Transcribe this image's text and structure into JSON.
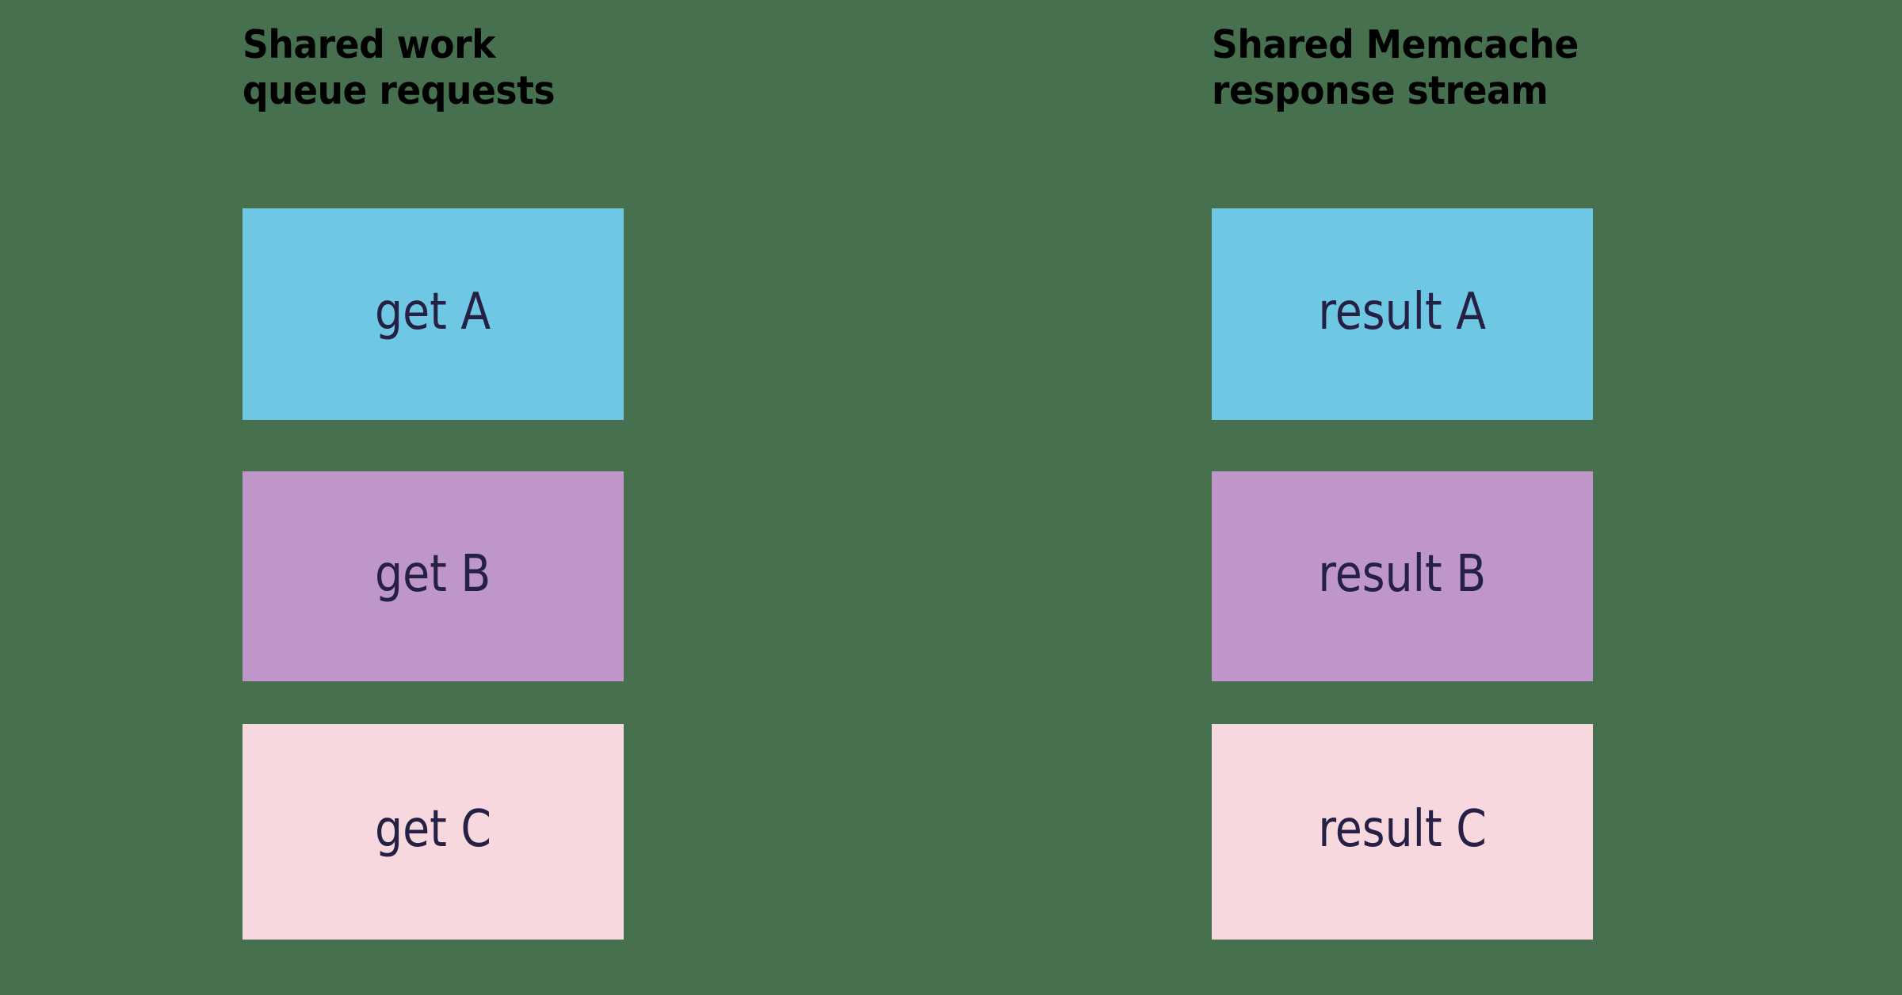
{
  "background_color": "#47704f",
  "columns": [
    {
      "id": "shared-work-queue",
      "heading": "Shared work\nqueue requests",
      "items": [
        {
          "label": "get A",
          "color": "#6fc8e3",
          "text_color": "#262144"
        },
        {
          "label": "get B",
          "color": "#be96c9",
          "text_color": "#262144"
        },
        {
          "label": "get C",
          "color": "#f7d8df",
          "text_color": "#262144"
        }
      ]
    },
    {
      "id": "shared-memcache-response-stream",
      "heading": "Shared Memcache\nresponse stream",
      "items": [
        {
          "label": "result A",
          "color": "#6fc8e3",
          "text_color": "#262144"
        },
        {
          "label": "result B",
          "color": "#be96c9",
          "text_color": "#262144"
        },
        {
          "label": "result C",
          "color": "#f7d8df",
          "text_color": "#262144"
        }
      ]
    }
  ]
}
